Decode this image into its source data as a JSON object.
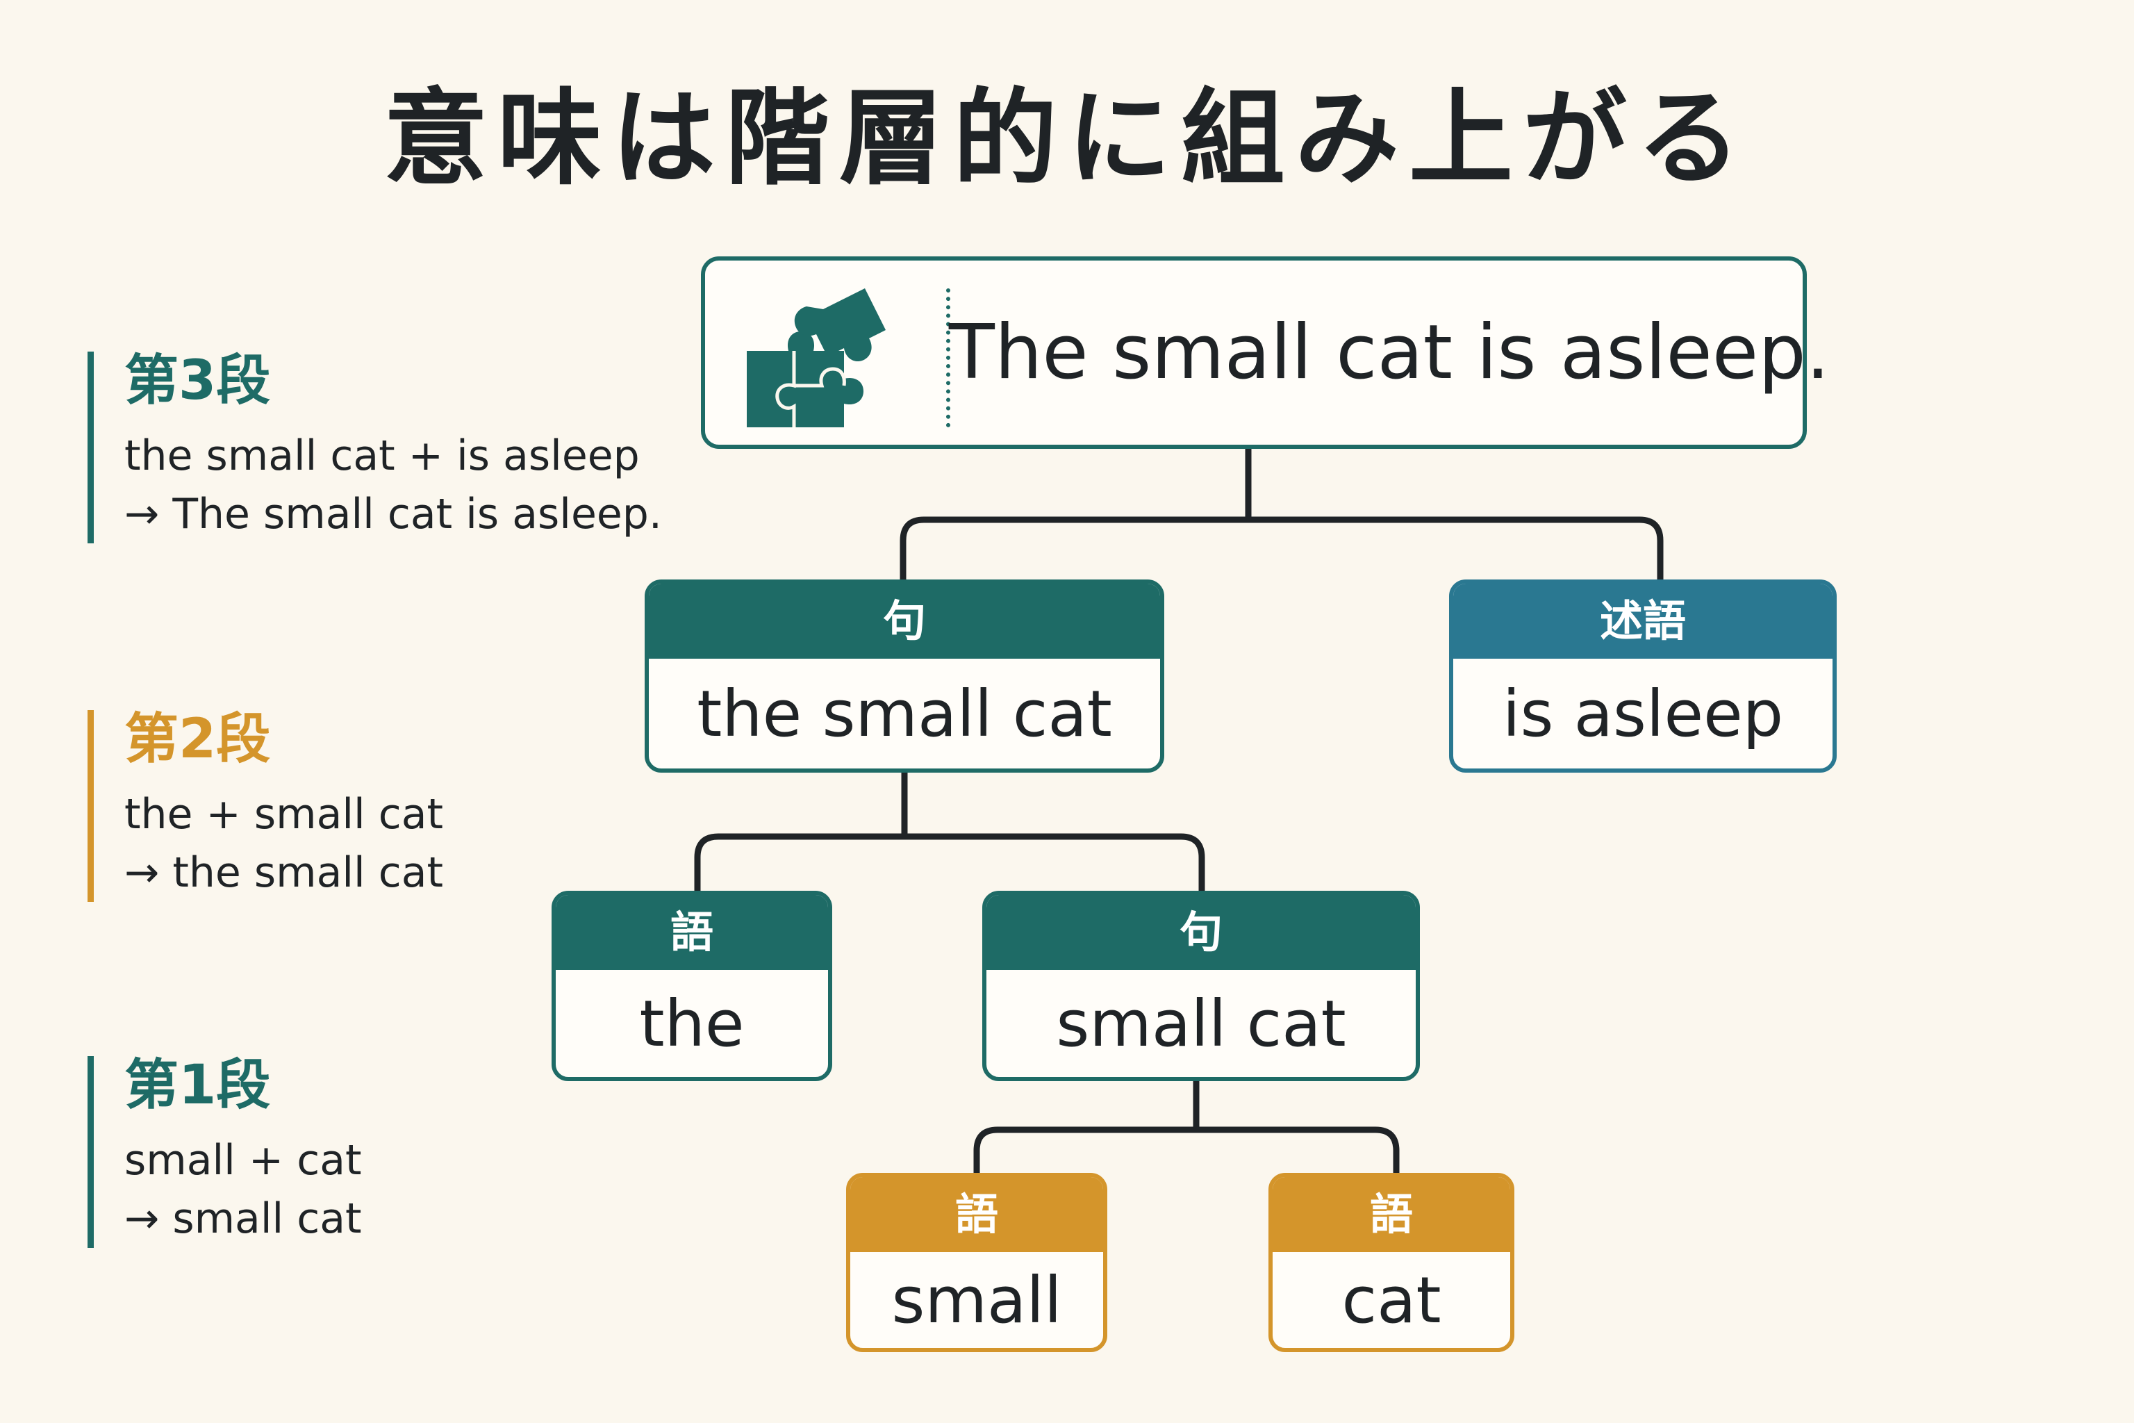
{
  "title": "意味は階層的に組み上がる",
  "stages": [
    {
      "label": "第3段",
      "line1": "the small cat + is asleep",
      "line2": "→ The small cat is asleep."
    },
    {
      "label": "第2段",
      "line1": "the + small cat",
      "line2": "→ the small cat"
    },
    {
      "label": "第1段",
      "line1": "small + cat",
      "line2": "→ small cat"
    }
  ],
  "sentence": {
    "text": "The small cat is asleep.",
    "icon": "puzzle-icon"
  },
  "nodes": {
    "np_the_small_cat": {
      "head": "句",
      "text": "the small cat"
    },
    "predicate": {
      "head": "述語",
      "text": "is asleep"
    },
    "word_the": {
      "head": "語",
      "text": "the"
    },
    "phrase_small_cat": {
      "head": "句",
      "text": "small cat"
    },
    "word_small": {
      "head": "語",
      "text": "small"
    },
    "word_cat": {
      "head": "語",
      "text": "cat"
    }
  },
  "colors": {
    "teal": "#1e6b66",
    "blue": "#2a7891",
    "gold": "#d4952b",
    "text": "#1f2326",
    "background": "#fbf7ee",
    "connector": "#1f2326"
  }
}
